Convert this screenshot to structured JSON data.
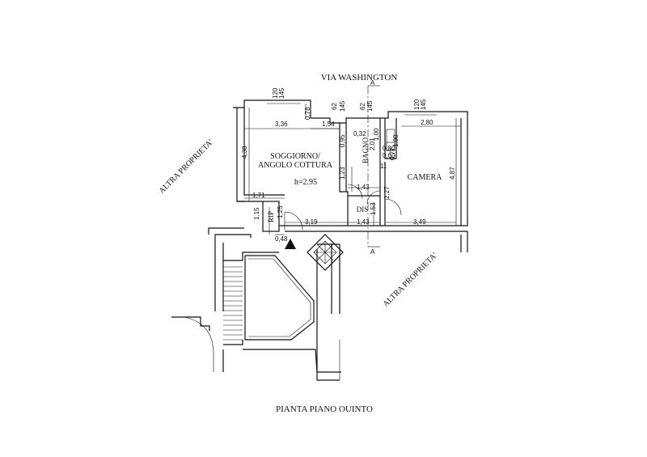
{
  "street": "VIA WASHINGTON",
  "caption": "PIANTA PIANO OUINTO",
  "adjacent": {
    "left": "ALTRA PROPRIETA'",
    "right": "ALTRA PROPRIETA'"
  },
  "rooms": {
    "soggiorno_line1": "SOGGIORNO/",
    "soggiorno_line2": "ANGOLO COTTURA",
    "height": "h=2.95",
    "camera": "CAMERA",
    "bagno": "BAGNO",
    "dis": "DIS",
    "rip": "RIP"
  },
  "section_marker": "A",
  "dims": {
    "d336": "3,36",
    "d154": "1,54",
    "d280": "2,80",
    "d438": "4,38",
    "d487": "4,87",
    "d171": "1,71",
    "d115": "1,15",
    "d125": "1,25",
    "d319": "3,19",
    "d143a": "1,43",
    "d143b": "1,43",
    "d349": "3,49",
    "d048": "0,48",
    "d032": "0,32",
    "d100": "1,00",
    "d095": "0,95",
    "d123": "1,23",
    "d080": "0,80",
    "d060": "0,60",
    "d190": "1,90",
    "d153": "1,53",
    "d077": "0,77",
    "d011": "11",
    "d201": "2,01",
    "d078": "0,78",
    "d120a": "120",
    "d145a": "145",
    "d62a": "62",
    "d145b": "145",
    "d62b": "62",
    "d145c": "145",
    "d120b": "120",
    "d145d": "145",
    "d076": "0,76",
    "d227": "2,27"
  }
}
